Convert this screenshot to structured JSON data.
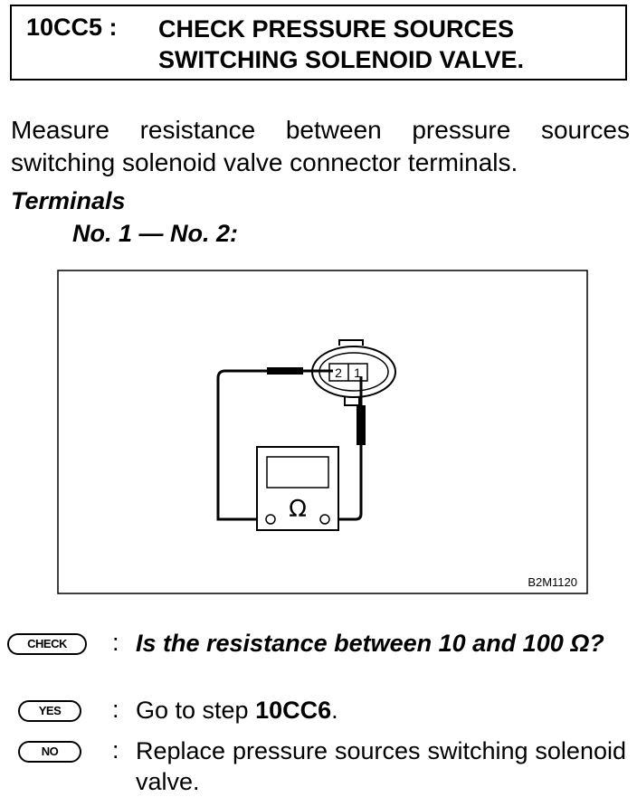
{
  "header": {
    "step_code": "10CC5 :",
    "title_line1": "CHECK PRESSURE SOURCES",
    "title_line2": "SWITCHING SOLENOID VALVE."
  },
  "intro": "Measure resistance between pressure sources switching solenoid valve connector terminals.",
  "terminals": {
    "heading": "Terminals",
    "value": "No. 1 — No. 2:"
  },
  "figure": {
    "code": "B2M1120",
    "terminal_2": "2",
    "terminal_1": "1",
    "meter_symbol": "Ω"
  },
  "check": {
    "badge": "CHECK",
    "colon": ":",
    "question": "Is the resistance between 10 and 100 Ω?"
  },
  "yes": {
    "badge": "YES",
    "colon": ":",
    "text_prefix": "Go to step ",
    "step": "10CC6",
    "text_suffix": "."
  },
  "no": {
    "badge": "NO",
    "colon": ":",
    "text": "Replace pressure sources switching solenoid valve."
  }
}
